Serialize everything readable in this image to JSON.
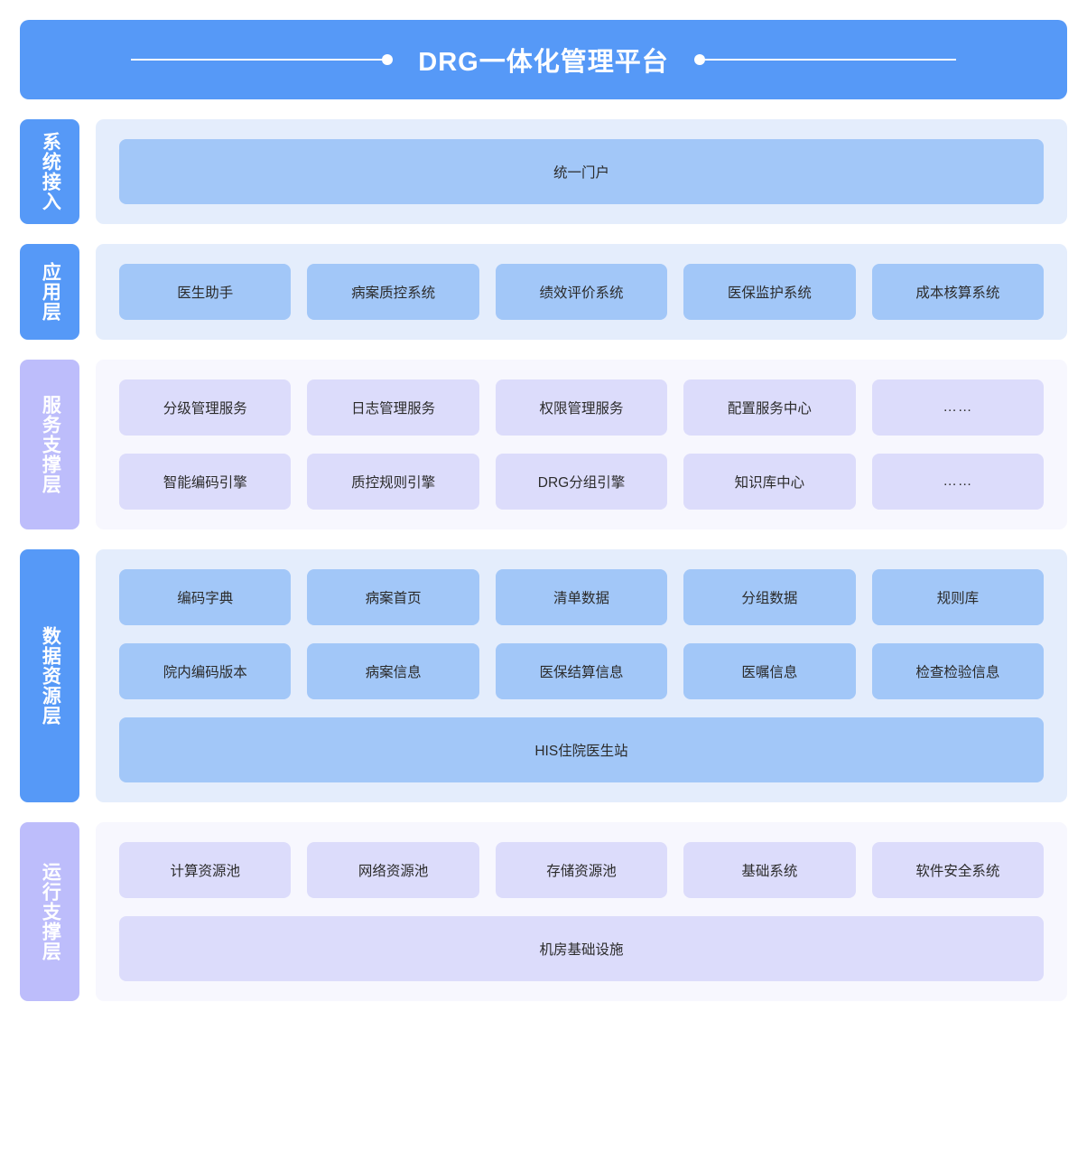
{
  "banner": {
    "title": "DRG一体化管理平台",
    "left_deco": "line-dot-decoration",
    "right_deco": "dot-line-decoration"
  },
  "colors": {
    "banner_blue": "#5699f7",
    "label_blue": "#5699f7",
    "label_purple": "#bdbdfb",
    "container_blue": "#e4edfc",
    "container_purple": "#f7f7fe",
    "tile_blue": "#a2c7f8",
    "tile_purple": "#dcdcfb",
    "tile_text": "#2b2b2b",
    "page_background": "#ffffff"
  },
  "layers": [
    {
      "label": "系统接入",
      "label_color": "blue",
      "body_color": "blue",
      "tile_color": "blue",
      "rows": [
        {
          "full_width": true,
          "tiles": [
            "统一门户"
          ]
        }
      ]
    },
    {
      "label": "应用层",
      "label_color": "blue",
      "body_color": "blue",
      "tile_color": "blue",
      "rows": [
        {
          "full_width": false,
          "tiles": [
            "医生助手",
            "病案质控系统",
            "绩效评价系统",
            "医保监护系统",
            "成本核算系统"
          ]
        }
      ]
    },
    {
      "label": "服务支撑层",
      "label_color": "purple",
      "body_color": "purple",
      "tile_color": "purple",
      "rows": [
        {
          "full_width": false,
          "tiles": [
            "分级管理服务",
            "日志管理服务",
            "权限管理服务",
            "配置服务中心",
            "……"
          ]
        },
        {
          "full_width": false,
          "tiles": [
            "智能编码引擎",
            "质控规则引擎",
            "DRG分组引擎",
            "知识库中心",
            "……"
          ]
        }
      ]
    },
    {
      "label": "数据资源层",
      "label_color": "blue",
      "body_color": "blue",
      "tile_color": "blue",
      "rows": [
        {
          "full_width": false,
          "tiles": [
            "编码字典",
            "病案首页",
            "清单数据",
            "分组数据",
            "规则库"
          ]
        },
        {
          "full_width": false,
          "tiles": [
            "院内编码版本",
            "病案信息",
            "医保结算信息",
            "医嘱信息",
            "检查检验信息"
          ]
        },
        {
          "full_width": true,
          "tiles": [
            "HIS住院医生站"
          ]
        }
      ]
    },
    {
      "label": "运行支撑层",
      "label_color": "purple",
      "body_color": "purple",
      "tile_color": "purple",
      "rows": [
        {
          "full_width": false,
          "tiles": [
            "计算资源池",
            "网络资源池",
            "存储资源池",
            "基础系统",
            "软件安全系统"
          ]
        },
        {
          "full_width": true,
          "tiles": [
            "机房基础设施"
          ]
        }
      ]
    }
  ]
}
